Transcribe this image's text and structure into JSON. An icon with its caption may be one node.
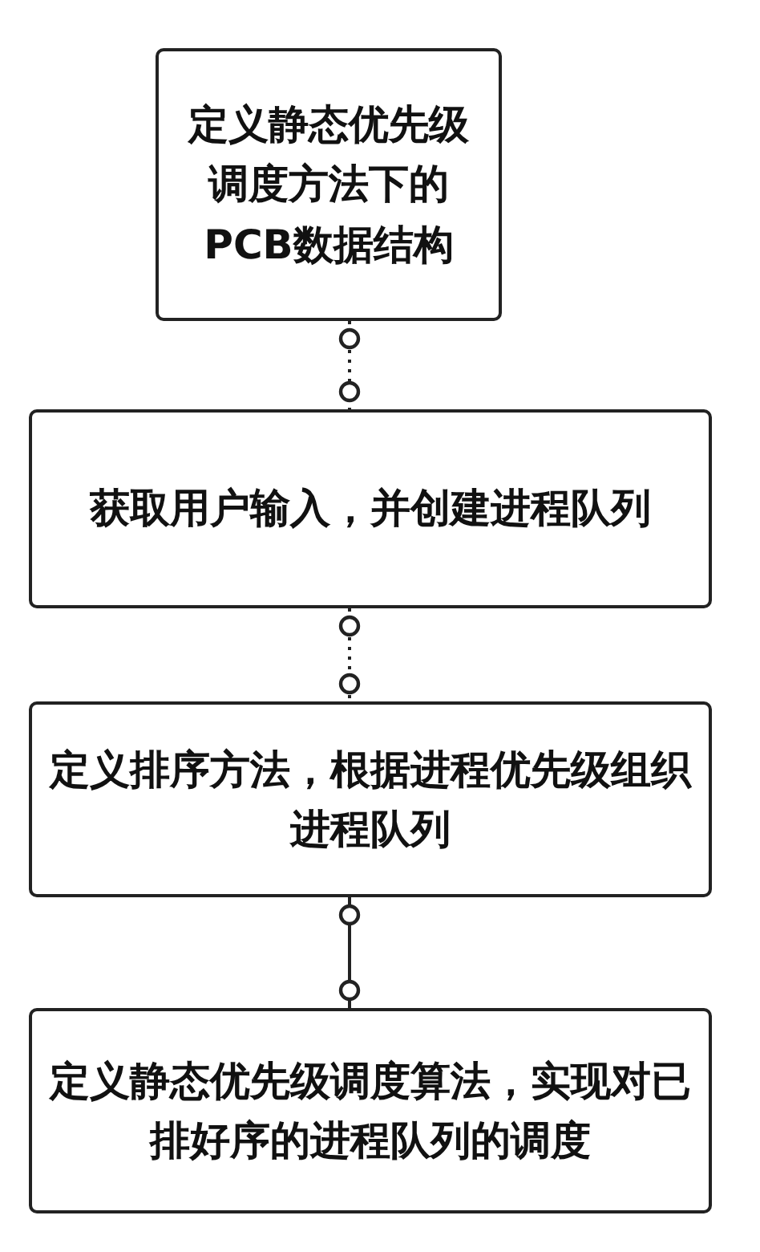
{
  "diagram": {
    "nodes": [
      {
        "text": [
          "定义静态优先级调度方法下的PCB数据结构"
        ]
      },
      {
        "text": [
          "获取用户输入，并创建进程队列"
        ]
      },
      {
        "text": [
          "定义排序方法，根据进程优先级组织进程队列"
        ]
      },
      {
        "text": [
          "定义静态优先级调度算法，实现对已排好序的进程队列的调度"
        ]
      }
    ],
    "edges": [
      {
        "from": 0,
        "to": 1,
        "arrow": "other",
        "style": "dashed"
      },
      {
        "from": 1,
        "to": 2,
        "arrow": "other",
        "style": "dashed"
      },
      {
        "from": 2,
        "to": 3,
        "arrow": "other"
      }
    ]
  }
}
